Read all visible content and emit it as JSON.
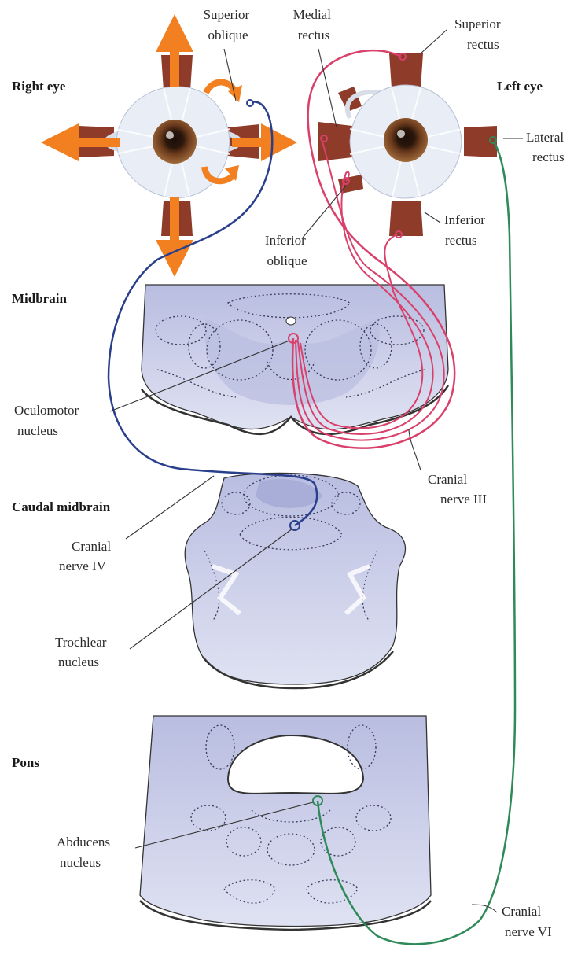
{
  "sections": {
    "right_eye": "Right eye",
    "left_eye": "Left eye",
    "midbrain": "Midbrain",
    "caudal_midbrain": "Caudal midbrain",
    "pons": "Pons"
  },
  "labels": {
    "superior_oblique": [
      "Superior",
      "oblique"
    ],
    "medial_rectus": [
      "Medial",
      "rectus"
    ],
    "superior_rectus": [
      "Superior",
      "rectus"
    ],
    "lateral_rectus": [
      "Lateral",
      "rectus"
    ],
    "inferior_rectus": [
      "Inferior",
      "rectus"
    ],
    "inferior_oblique": [
      "Inferior",
      "oblique"
    ],
    "oculomotor_nucleus": [
      "Oculomotor",
      "nucleus"
    ],
    "cranial_nerve_iii": [
      "Cranial",
      "nerve III"
    ],
    "cranial_nerve_iv": [
      "Cranial",
      "nerve IV"
    ],
    "trochlear_nucleus": [
      "Trochlear",
      "nucleus"
    ],
    "abducens_nucleus": [
      "Abducens",
      "nucleus"
    ],
    "cranial_nerve_vi": [
      "Cranial",
      "nerve VI"
    ]
  },
  "colors": {
    "arrow": "#f28021",
    "nerve_iii": "#d9406b",
    "nerve_iv": "#2a3f8c",
    "nerve_vi": "#2f8a5a",
    "muscle": "#8e3b2a",
    "tissue": "#c9cde6"
  }
}
